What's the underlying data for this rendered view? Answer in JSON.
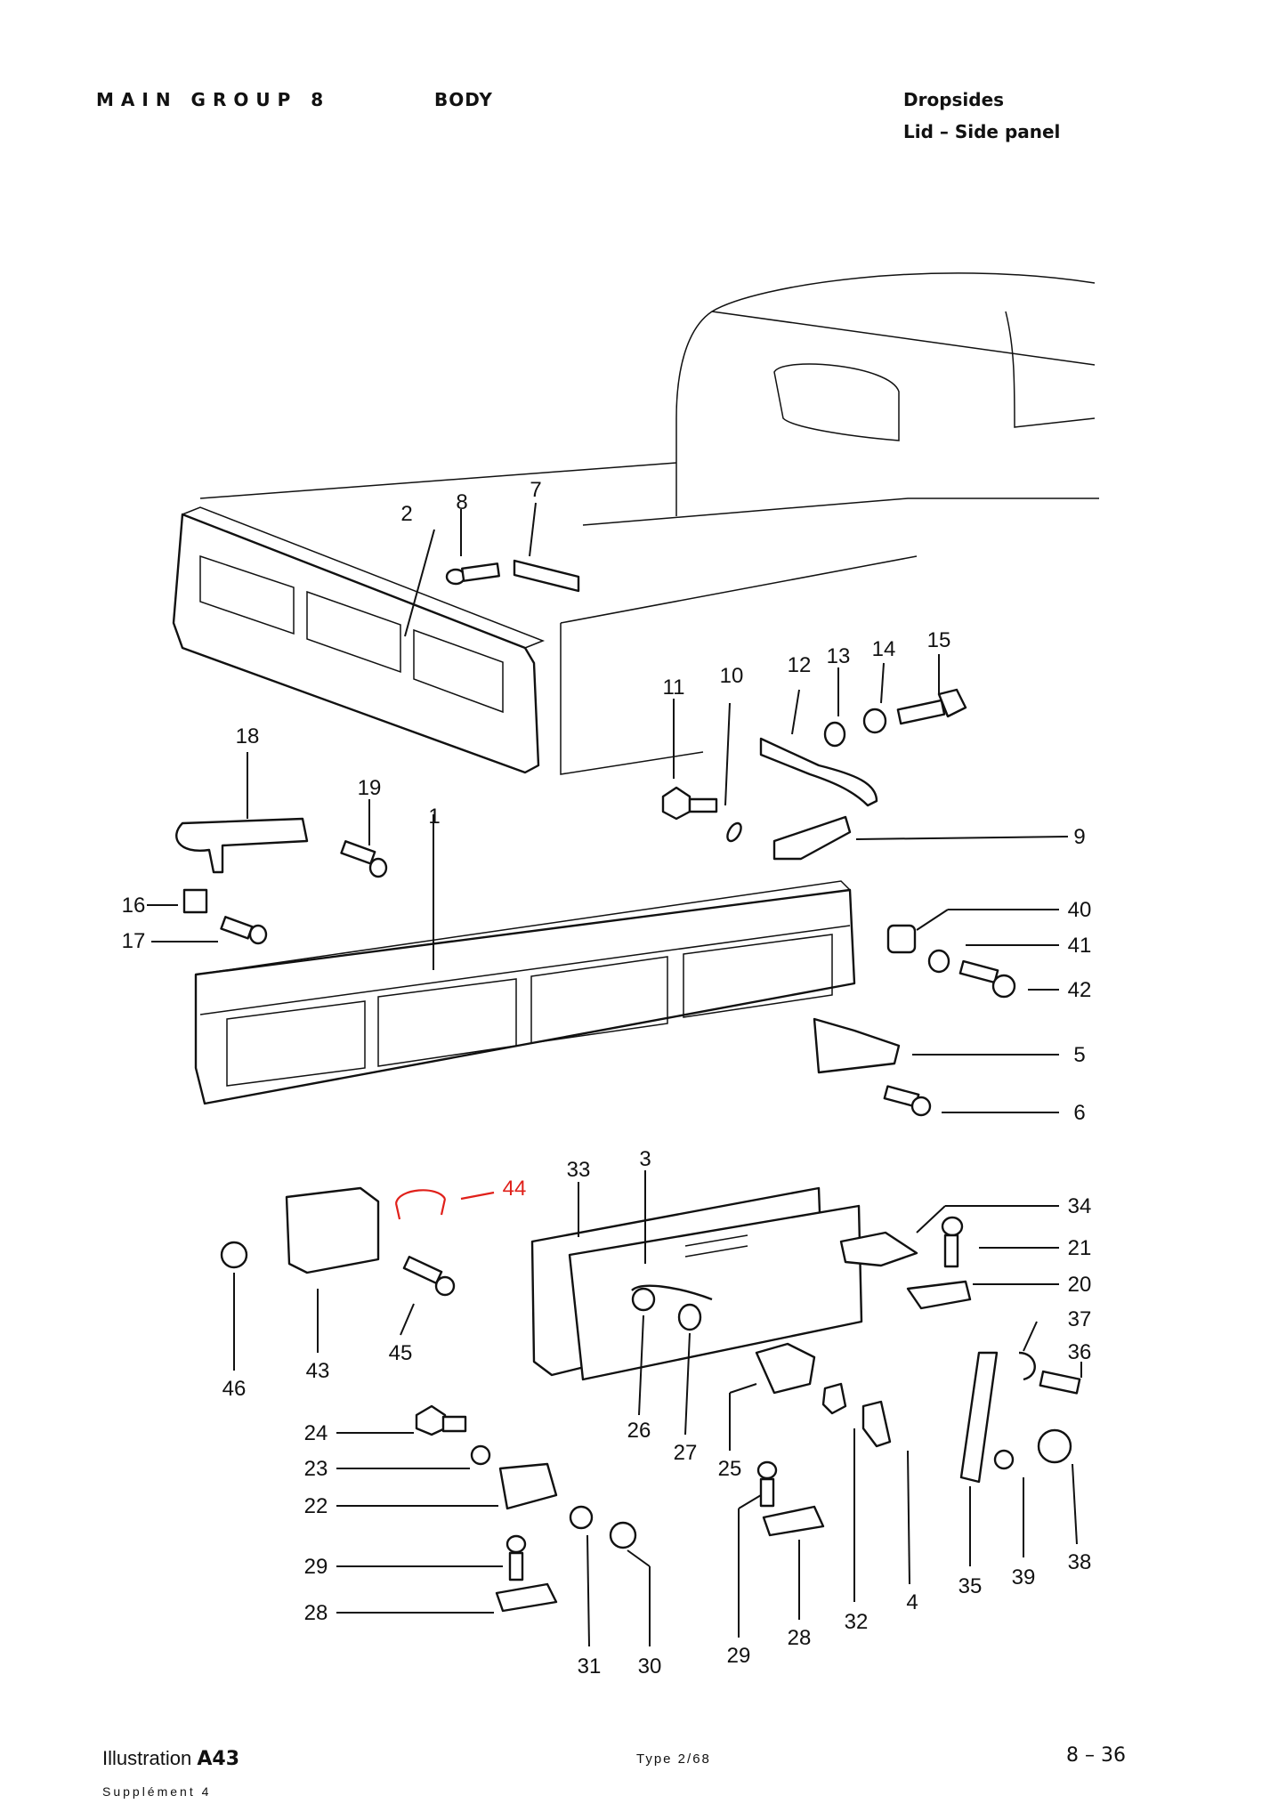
{
  "header": {
    "main_group": "MAIN GROUP 8",
    "section": "BODY",
    "title_line1": "Dropsides",
    "title_line2": "Lid – Side panel"
  },
  "footer": {
    "illustration_label": "Illustration",
    "illustration_code": "A43",
    "supplement": "Supplément 4",
    "type": "Type 2/68",
    "page": "8 – 36"
  },
  "callouts": {
    "c1": "1",
    "c2": "2",
    "c3": "3",
    "c4": "4",
    "c5": "5",
    "c6": "6",
    "c7": "7",
    "c8": "8",
    "c9": "9",
    "c10": "10",
    "c11": "11",
    "c12": "12",
    "c13": "13",
    "c14": "14",
    "c15": "15",
    "c16": "16",
    "c17": "17",
    "c18": "18",
    "c19": "19",
    "c20": "20",
    "c21": "21",
    "c22": "22",
    "c23": "23",
    "c24": "24",
    "c25": "25",
    "c26": "26",
    "c27": "27",
    "c28a": "28",
    "c28b": "28",
    "c29a": "29",
    "c29b": "29",
    "c30": "30",
    "c31": "31",
    "c32": "32",
    "c33": "33",
    "c34": "34",
    "c35": "35",
    "c36": "36",
    "c37": "37",
    "c38": "38",
    "c39": "39",
    "c40": "40",
    "c41": "41",
    "c42": "42",
    "c43": "43",
    "c44": "44",
    "c45": "45",
    "c46": "46"
  },
  "colors": {
    "highlight": "#e0201a",
    "ink": "#111111"
  }
}
